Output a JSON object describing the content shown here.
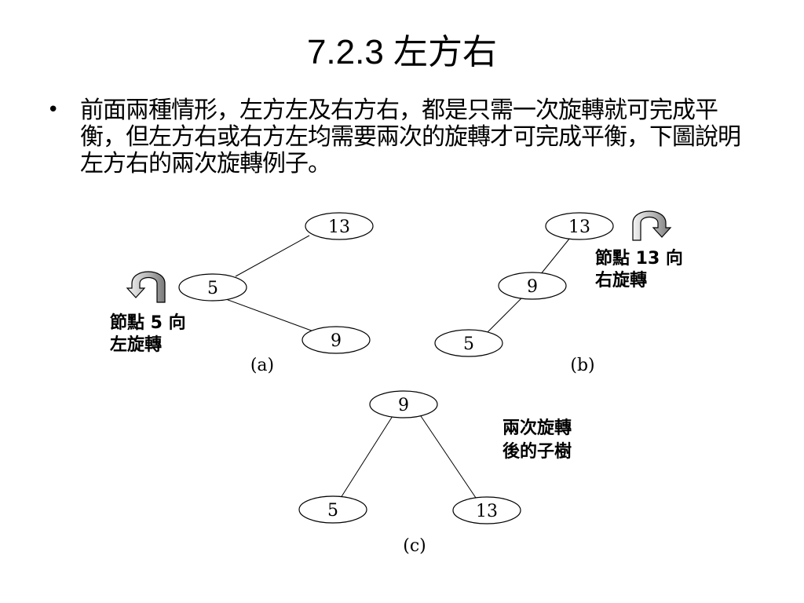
{
  "slide": {
    "title": "7.2.3 左方右",
    "bullet": "前面兩種情形，左方左及右方右，都是只需一次旋轉就可完成平衡，但左方右或右方左均需要兩次的旋轉才可完成平衡，下圖說明左方右的兩次旋轉例子。"
  },
  "diagram": {
    "a": {
      "nodes": [
        "13",
        "5",
        "9"
      ],
      "note_line1": "節點 5 向",
      "note_line2": "左旋轉",
      "label": "(a)"
    },
    "b": {
      "nodes": [
        "13",
        "9",
        "5"
      ],
      "note_line1": "節點 13 向",
      "note_line2": "右旋轉",
      "label": "(b)"
    },
    "c": {
      "nodes": [
        "9",
        "5",
        "13"
      ],
      "note_line1": "兩次旋轉",
      "note_line2": "後的子樹",
      "label": "(c)"
    }
  }
}
